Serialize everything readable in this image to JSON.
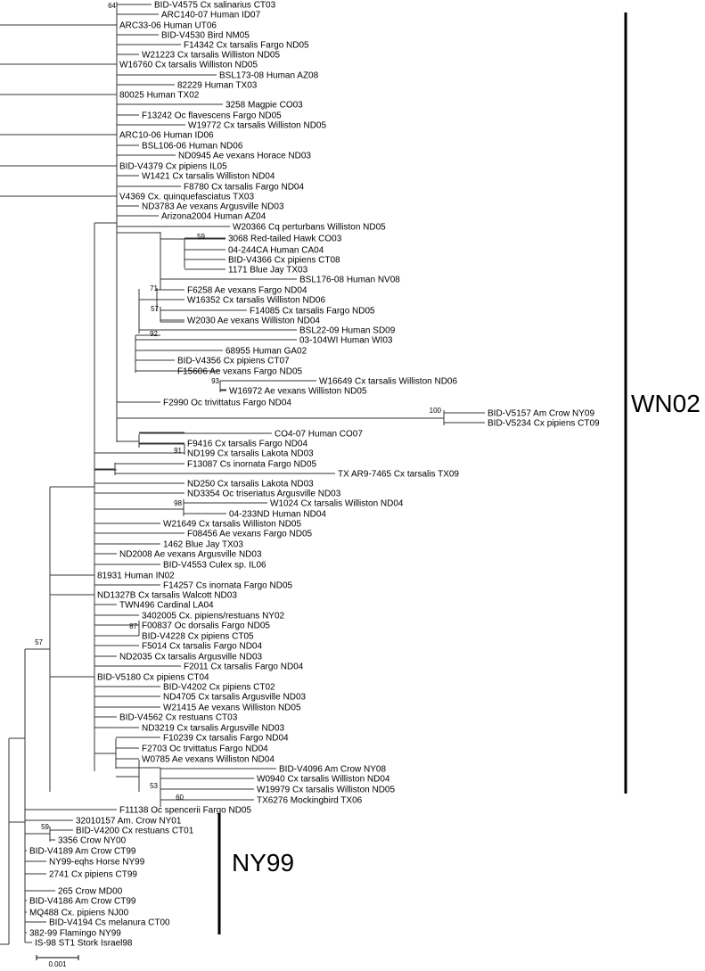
{
  "tree": {
    "tips": [
      "BID-V4575 Cx salinarius CT03",
      "ARC140-07 Human ID07",
      "ARC33-06 Human UT06",
      "BID-V4530 Bird NM05",
      "F14342 Cx tarsalis Fargo ND05",
      "W21223 Cx tarsalis Williston ND05",
      "W16760 Cx tarsalis Williston ND05",
      "BSL173-08 Human AZ08",
      "82229 Human TX03",
      "80025 Human TX02",
      "3258 Magpie CO03",
      "F13242 Oc flavescens Fargo ND05",
      "W19772 Cx tarsalis Williston ND05",
      "ARC10-06 Human ID06",
      "BSL106-06 Human ND06",
      "ND0945 Ae vexans Horace ND03",
      "BID-V4379 Cx pipiens IL05",
      "W1421 Cx tarsalis Williston ND04",
      "F8780 Cx tarsalis Fargo ND04",
      "V4369 Cx. quinquefasciatus TX03",
      "ND3783 Ae vexans Argusville ND03",
      "Arizona2004 Human AZ04",
      "W20366 Cq perturbans Williston ND05",
      "3068 Red-tailed Hawk CO03",
      "04-244CA Human CA04",
      "BID-V4366 Cx pipiens CT08",
      "1171 Blue Jay TX03",
      "BSL176-08 Human NV08",
      "F6258 Ae vexans Fargo ND04",
      "W16352 Cx tarsalis Williston ND06",
      "F14085 Cx tarsalis Fargo ND05",
      "W2030 Ae vexans Williston ND04",
      "BSL22-09 Human SD09",
      "03-104WI Human WI03",
      "68955 Human GA02",
      "BID-V4356 Cx pipiens CT07",
      "F15606 Ae vexans Fargo ND05",
      "W16649 Cx tarsalis Williston ND06",
      "W16972 Ae vexans Williston ND05",
      "F2990 Oc trivittatus Fargo ND04",
      "BID-V5157 Am Crow NY09",
      "BID-V5234 Cx pipiens CT09",
      "CO4-07 Human CO07",
      "F9416 Cx tarsalis Fargo ND04",
      "ND199 Cx tarsalis Lakota ND03",
      "F13087 Cs inornata Fargo ND05",
      "TX AR9-7465 Cx tarsalis TX09",
      "ND250 Cx tarsalis Lakota ND03",
      "ND3354 Oc triseriatus Argusville ND03",
      "W1024 Cx tarsalis Williston ND04",
      "04-233ND Human ND04",
      "W21649 Cx tarsalis Williston ND05",
      "F08456 Ae vexans Fargo ND05",
      "1462 Blue Jay TX03",
      "ND2008 Ae vexans Argusville ND03",
      "BID-V4553 Culex sp. IL06",
      "81931 Human IN02",
      "F14257 Cs inornata Fargo ND05",
      "ND1327B Cx tarsalis Walcott ND03",
      "TWN496 Cardinal LA04",
      "3402005 Cx. pipiens/restuans NY02",
      "F00837 Oc dorsalis Fargo ND05",
      "BID-V4228 Cx pipiens CT05",
      "F5014 Cx tarsalis Fargo ND04",
      "ND2035 Cx tarsalis Argusville ND03",
      "F2011 Cx tarsalis Fargo ND04",
      "BID-V5180 Cx pipiens CT04",
      "BID-V4202 Cx pipiens CT02",
      "ND4705 Cx tarsalis Argusville ND03",
      "W21415 Ae vexans Williston ND05",
      "BID-V4562 Cx restuans CT03",
      "ND3219 Cx tarsalis Argusville ND03",
      "F10239 Cx tarsalis Fargo ND04",
      "F2703 Oc trvittatus Fargo ND04",
      "W0785 Ae vexans Williston ND04",
      "BID-V4096 Am Crow NY08",
      "W0940 Cx tarsalis Williston ND04",
      "W19979 Cx tarsalis Williston ND05",
      "TX6276 Mockingbird TX06",
      "F11138 Oc spencerii Fargo ND05",
      "32010157 Am. Crow NY01",
      "BID-V4200 Cx restuans CT01",
      "3356 Crow NY00",
      "BID-V4189 Am Crow CT99",
      "NY99-eqhs Horse NY99",
      "2741 Cx pipiens CT99",
      "265 Crow MD00",
      "BID-V4186 Am Crow CT99",
      "MQ488 Cx. pipiens NJ00",
      "BID-V4194 Cs melanura CT00",
      "382-99 Flamingo NY99",
      "IS-98 ST1 Stork Israel98"
    ],
    "bootstrap": [
      "64",
      "59",
      "71",
      "57",
      "92",
      "93",
      "100",
      "91",
      "98",
      "87",
      "53",
      "60",
      "57",
      "59"
    ],
    "clades": [
      "WN02",
      "NY99"
    ],
    "scale_label": "0.001"
  },
  "colors": {
    "line": "#333333",
    "text": "#000000",
    "background": "#ffffff"
  }
}
